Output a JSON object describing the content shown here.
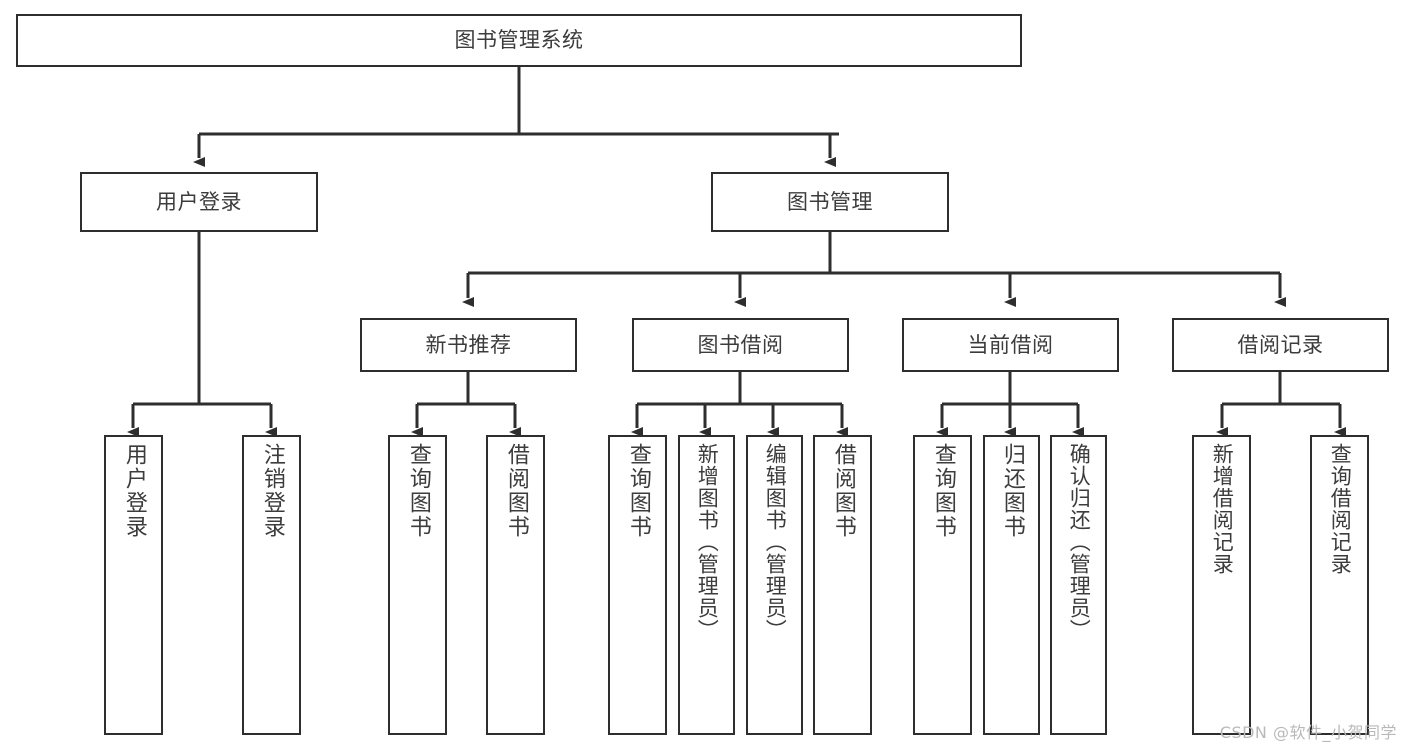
{
  "diagram": {
    "title": "图书管理系统",
    "type": "tree",
    "colors": {
      "border": "#2e2e2e",
      "text": "#3c3c3c",
      "background": "#ffffff",
      "edge": "#2e2e2e",
      "watermark": "#b9b9b9"
    },
    "root": {
      "label": "图书管理系统"
    },
    "level2": [
      {
        "label": "用户登录"
      },
      {
        "label": "图书管理"
      }
    ],
    "level3": [
      {
        "label": "新书推荐"
      },
      {
        "label": "图书借阅"
      },
      {
        "label": "当前借阅"
      },
      {
        "label": "借阅记录"
      }
    ],
    "leaves": {
      "user_login": [
        {
          "label": "用户登录"
        },
        {
          "label": "注销登录"
        }
      ],
      "new_book_recommend": [
        {
          "label": "查询图书"
        },
        {
          "label": "借阅图书"
        }
      ],
      "book_borrow": [
        {
          "label": "查询图书"
        },
        {
          "label": "新增图书（管理员）"
        },
        {
          "label": "编辑图书（管理员）"
        },
        {
          "label": "借阅图书"
        }
      ],
      "current_borrow": [
        {
          "label": "查询图书"
        },
        {
          "label": "归还图书"
        },
        {
          "label": "确认归还（管理员）"
        }
      ],
      "borrow_record": [
        {
          "label": "新增借阅记录"
        },
        {
          "label": "查询借阅记录"
        }
      ]
    }
  },
  "watermark": {
    "text": "CSDN @软件_小贺同学"
  }
}
